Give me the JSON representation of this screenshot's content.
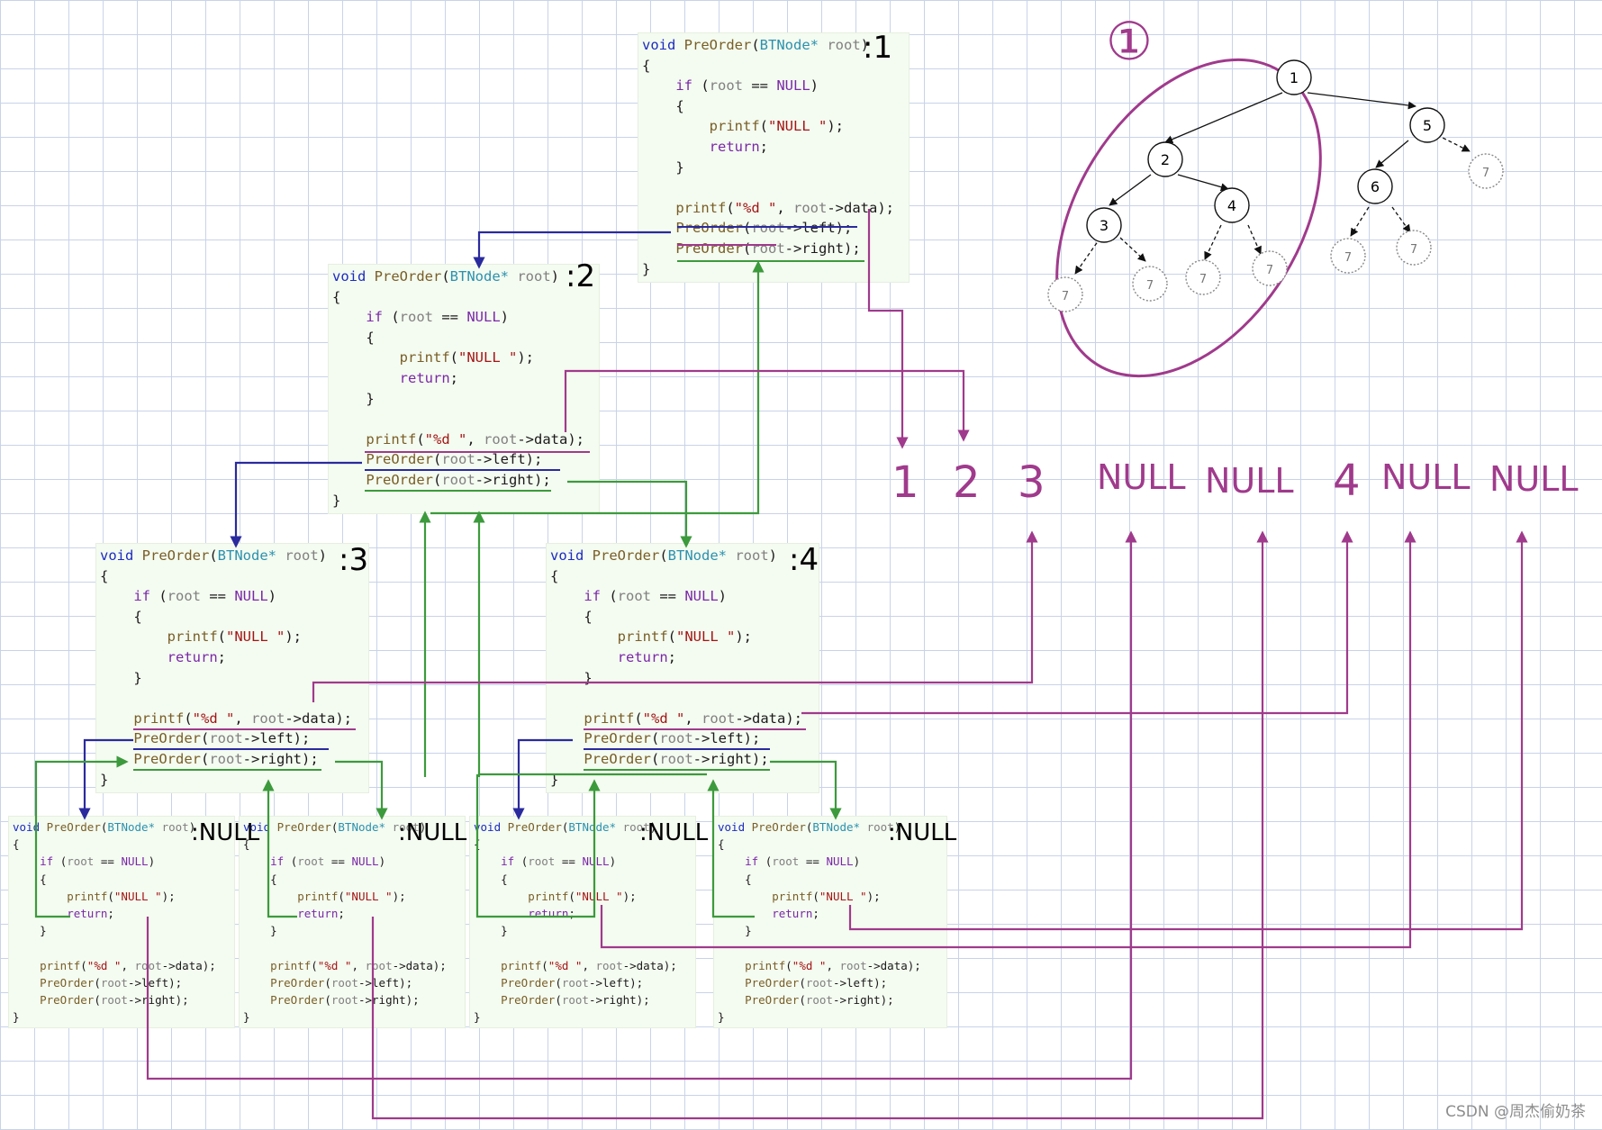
{
  "code_lines": {
    "sig_void": "void",
    "sig_fn": "PreOrder",
    "sig_paren": "(",
    "sig_type": "BTNode*",
    "sig_param": "root",
    "sig_close": ")",
    "open_brace": "{",
    "close_brace": "}",
    "if_kw": "if",
    "if_cond_a": " (",
    "if_root": "root",
    "if_eq": " == ",
    "if_null": "NULL",
    "if_close": ")",
    "printf_fn": "printf",
    "printf_null_str": "\"NULL \"",
    "printf_end": ");",
    "return_kw": "return",
    "semicolon": ";",
    "printf_d_str": "\"%d \"",
    "comma_sp": ", ",
    "root_data": "root",
    "arrow_data": "->data",
    "left_call_fn": "PreOrder",
    "left_arg": "root",
    "left_member": "->left",
    "right_member": "->right",
    "call_end": ");"
  },
  "frame_labels": {
    "f1": ":1",
    "f2": ":2",
    "f3": ":3",
    "f4": ":4",
    "n1": ":NULL",
    "n2": ":NULL",
    "n3": ":NULL",
    "n4": ":NULL"
  },
  "output_sequence": [
    "1",
    "2",
    "3",
    "NULL",
    "NULL",
    "4",
    "NULL",
    "NULL"
  ],
  "tree": {
    "circled_label": "①",
    "nodes": [
      "1",
      "2",
      "5",
      "3",
      "4",
      "6",
      "7"
    ]
  },
  "colors": {
    "left_call": "#2a2a9e",
    "right_call": "#3c9a3c",
    "print_output": "#a03a8c",
    "ellipse": "#a03a8c"
  },
  "watermark": "CSDN @周杰偷奶茶"
}
